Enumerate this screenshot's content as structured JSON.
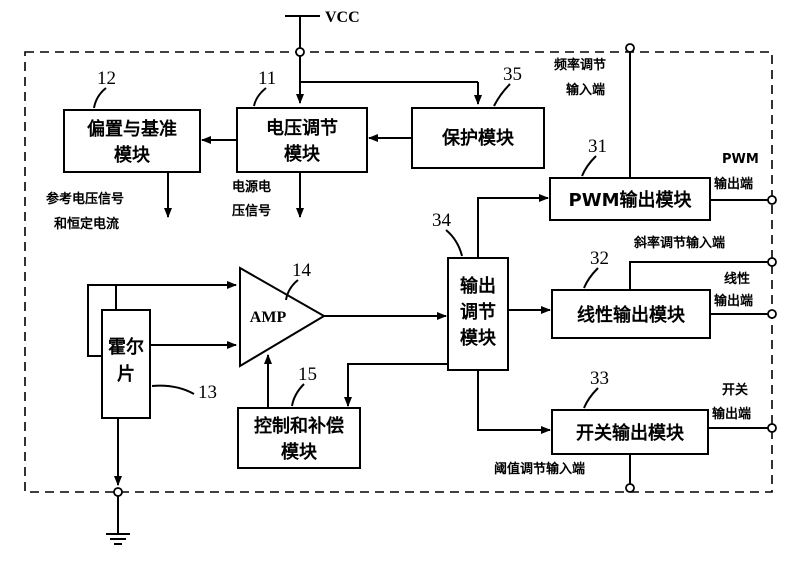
{
  "supply": {
    "vcc": "VCC"
  },
  "blocks": {
    "bias": {
      "id": "12",
      "line1": "偏置与基准",
      "line2": "模块"
    },
    "regulator": {
      "id": "11",
      "line1": "电压调节",
      "line2": "模块"
    },
    "protection": {
      "id": "35",
      "line1": "保护模块"
    },
    "hall": {
      "id": "13",
      "line1": "霍尔",
      "line2": "片"
    },
    "amp": {
      "id": "14",
      "label": "AMP"
    },
    "control": {
      "id": "15",
      "line1": "控制和补偿",
      "line2": "模块"
    },
    "output_adjust": {
      "id": "34",
      "line1": "输出",
      "line2": "调节",
      "line3": "模块"
    },
    "pwm": {
      "id": "31",
      "label": "PWM输出模块"
    },
    "linear": {
      "id": "32",
      "label": "线性输出模块"
    },
    "switch": {
      "id": "33",
      "label": "开关输出模块"
    }
  },
  "signals": {
    "ref_line1": "参考电压信号",
    "ref_line2": "和恒定电流",
    "supply_sig_line1": "电源电",
    "supply_sig_line2": "压信号"
  },
  "terminals": {
    "freq_line1": "频率调节",
    "freq_line2": "输入端",
    "pwm_out_line1": "PWM",
    "pwm_out_line2": "输出端",
    "slope": "斜率调节输入端",
    "linear_out_line1": "线性",
    "linear_out_line2": "输出端",
    "switch_out_line1": "开关",
    "switch_out_line2": "输出端",
    "threshold": "阈值调节输入端"
  }
}
